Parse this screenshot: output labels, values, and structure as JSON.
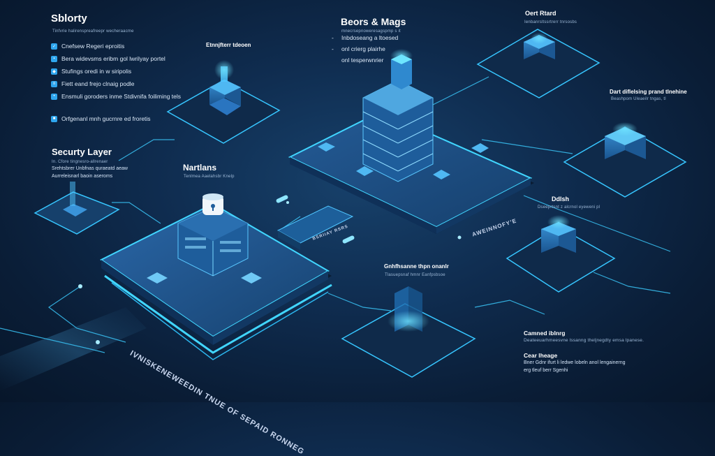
{
  "top_left": {
    "title": "Sblorty",
    "subtitle": "Tinfvrie halirenspreafreepr wecheraacme",
    "items": [
      {
        "icon": "check-icon",
        "label": "Cnefsew Regeri eproitis"
      },
      {
        "icon": "lock-icon",
        "label": "Bera widevsms eribm gol lwrilyay portel"
      },
      {
        "icon": "shield-icon",
        "label": "Stufings oredi in w siripolis"
      },
      {
        "icon": "document-icon",
        "label": "Fiett eand frejo clnaig podle"
      },
      {
        "icon": "key-icon",
        "label": "Ensmuli goroders inme Stdivnifa foiliming tels"
      },
      {
        "icon": "server-icon",
        "label": "Orfgenanl mnh gucrnre ed froretis"
      }
    ]
  },
  "center_top": {
    "title": "Beors & Mags",
    "subtitle": "mnecrsepnoweresagspmp s it",
    "lines": [
      "Inbdoseang a ltoesed",
      "onl crierg plairhe",
      "onl tesperwnrier"
    ]
  },
  "top_right": {
    "title": "Oert Rtard",
    "subtitle": "Ienbanrsltssrtrerr tnrsosbs"
  },
  "right_mid": {
    "title": "Dart diflelsing prand tlnehine",
    "subtitle": "Beashpom Uleaeilr tngas, tl"
  },
  "security_layer": {
    "title": "Securty Layer",
    "lines": [
      "In. Cfore tingnesro-allrenaer",
      "Srehtsbrer Unbfnas quraeatd aeaw",
      "Aurreleisnarl baoin aseroms"
    ]
  },
  "node_top_left": {
    "title": "Etnnjfterr tdeoen"
  },
  "node_center": {
    "title": "Nartlans",
    "subtitle": "Tenlmea Aaelahsbr Knelp"
  },
  "node_right": {
    "title": "Ddlsh",
    "subtitle": "Dseeprtsnt z alcrnol eyeweni pl"
  },
  "node_bottom": {
    "title": "Gnhfhsanne thpn onanlr",
    "subtitle": "Tlasuepsnaf hmnr Eanfpsbsoe"
  },
  "bottom_right": {
    "title": "Camned iblnrg",
    "subtitle": "Deateeuarhmeesvne lssanng theljnegdty emsa lpanese.",
    "item_title": "Cear lheage",
    "item_lines": [
      "Bner Gdnr ifurt li ledwe lobeln anol lengainerng",
      "erg tleuf berr Sgenhi"
    ]
  },
  "platform_labels": {
    "main_front": "IVNISKENEWEEDIN TNUE OF SEPAID RONNEG",
    "upper_front": "AWEINNOFY'E",
    "connector": "BSRIIAY RSRS"
  },
  "colors": {
    "accent": "#2fc8ff",
    "glow": "#41d6ff",
    "background": "#0c2442",
    "platform": "#1d4f86"
  }
}
